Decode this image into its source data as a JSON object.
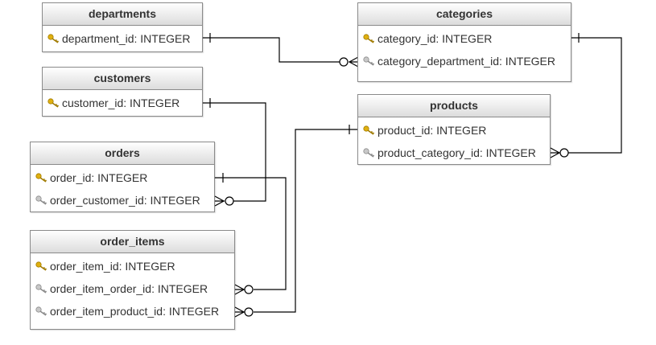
{
  "colors": {
    "primary_key": "#e0b010",
    "foreign_key": "#b0b0b0",
    "line": "#000000",
    "header_gradient_top": "#ffffff",
    "header_gradient_bottom": "#dcdcdc",
    "border": "#8a8a8a"
  },
  "entities": {
    "departments": {
      "title": "departments",
      "fields": [
        {
          "name": "department_id: INTEGER",
          "key": "primary-key-icon"
        }
      ]
    },
    "categories": {
      "title": "categories",
      "fields": [
        {
          "name": "category_id: INTEGER",
          "key": "primary-key-icon"
        },
        {
          "name": "category_department_id: INTEGER",
          "key": "foreign-key-icon"
        }
      ]
    },
    "customers": {
      "title": "customers",
      "fields": [
        {
          "name": "customer_id: INTEGER",
          "key": "primary-key-icon"
        }
      ]
    },
    "products": {
      "title": "products",
      "fields": [
        {
          "name": "product_id: INTEGER",
          "key": "primary-key-icon"
        },
        {
          "name": "product_category_id: INTEGER",
          "key": "foreign-key-icon"
        }
      ]
    },
    "orders": {
      "title": "orders",
      "fields": [
        {
          "name": "order_id: INTEGER",
          "key": "primary-key-icon"
        },
        {
          "name": "order_customer_id: INTEGER",
          "key": "foreign-key-icon"
        }
      ]
    },
    "order_items": {
      "title": "order_items",
      "fields": [
        {
          "name": "order_item_id: INTEGER",
          "key": "primary-key-icon"
        },
        {
          "name": "order_item_order_id: INTEGER",
          "key": "foreign-key-icon"
        },
        {
          "name": "order_item_product_id: INTEGER",
          "key": "foreign-key-icon"
        }
      ]
    }
  },
  "relationships": [
    {
      "name": "departments-to-categories",
      "from": "departments.department_id",
      "to": "categories.category_department_id",
      "from_end": "one",
      "to_end": "zero-or-many"
    },
    {
      "name": "categories-to-products",
      "from": "categories.category_id",
      "to": "products.product_category_id",
      "from_end": "one",
      "to_end": "zero-or-many"
    },
    {
      "name": "customers-to-orders",
      "from": "customers.customer_id",
      "to": "orders.order_customer_id",
      "from_end": "one",
      "to_end": "zero-or-many"
    },
    {
      "name": "orders-to-order-items",
      "from": "orders.order_id",
      "to": "order_items.order_item_order_id",
      "from_end": "one",
      "to_end": "zero-or-many"
    },
    {
      "name": "products-to-order-items",
      "from": "products.product_id",
      "to": "order_items.order_item_product_id",
      "from_end": "one",
      "to_end": "zero-or-many"
    }
  ]
}
